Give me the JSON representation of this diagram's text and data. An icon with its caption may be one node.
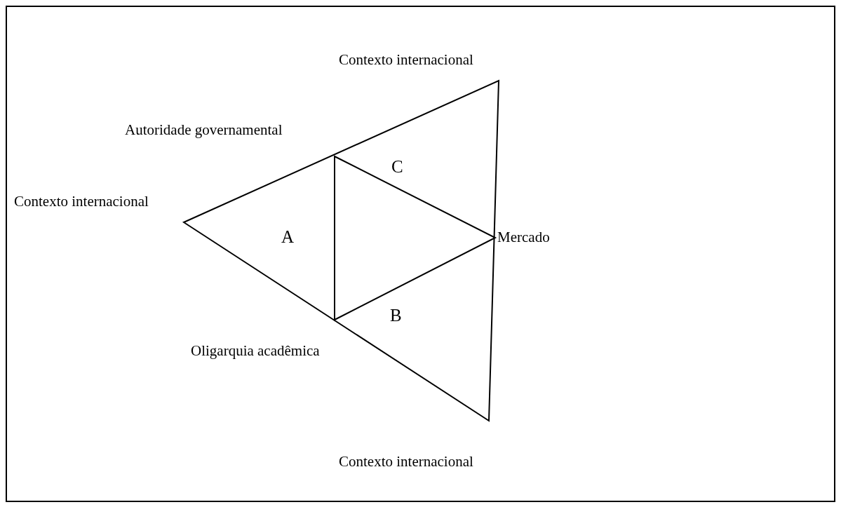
{
  "diagram": {
    "labels": [
      "Contexto internacional",
      "Autoridade governamental",
      "C",
      "Contexto internacional",
      "A",
      "Mercado",
      "B",
      "Oligarquia acadêmica",
      "Contexto internacional"
    ]
  }
}
